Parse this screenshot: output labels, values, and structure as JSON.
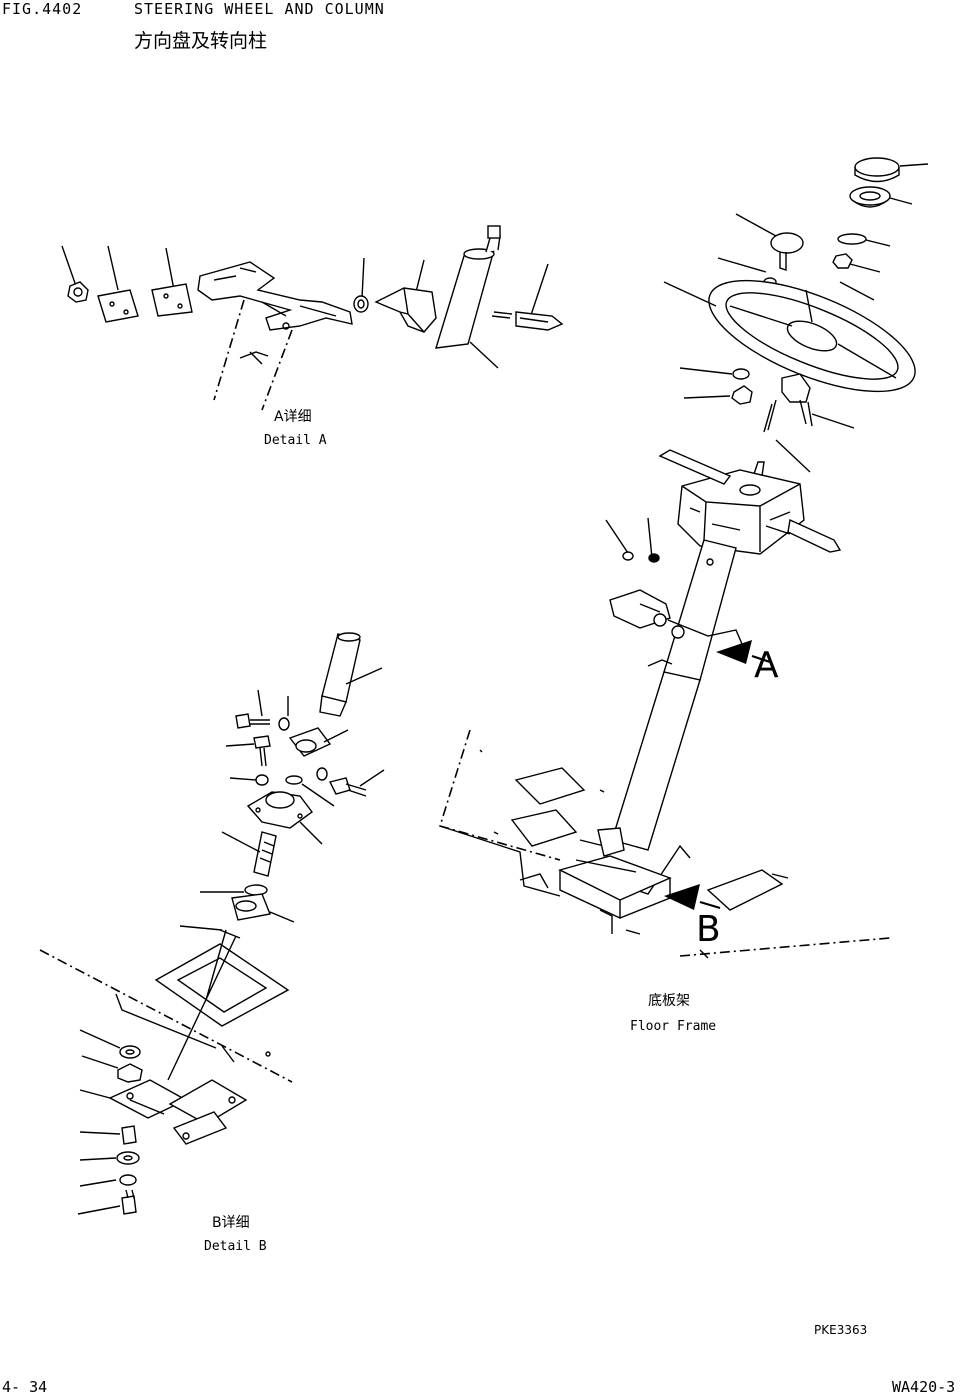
{
  "header": {
    "fig_number": "FIG.4402",
    "title_en": "STEERING WHEEL AND COLUMN",
    "title_cn": "方向盘及转向柱"
  },
  "labels": {
    "detail_a_cn": "A详细",
    "detail_a_en": "Detail A",
    "detail_b_cn": "B详细",
    "detail_b_en": "Detail B",
    "floor_frame_cn": "底板架",
    "floor_frame_en": "Floor Frame",
    "view_a": "A",
    "view_b": "B"
  },
  "footer": {
    "drawing_code": "PKE3363",
    "page": "4- 34",
    "model": "WA420-3"
  }
}
